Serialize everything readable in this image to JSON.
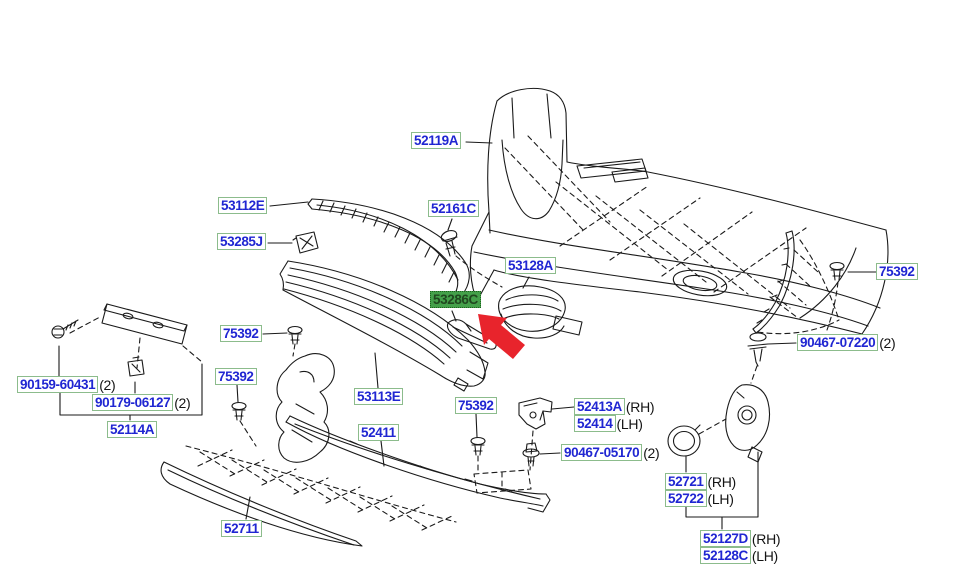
{
  "diagram_type": "exploded-parts-diagram-front-bumper",
  "colors": {
    "background": "#ffffff",
    "line_art": "#1a1a1a",
    "label_text": "#2026d2",
    "label_border": "#8cbc8c",
    "highlight_bg": "#44a04a",
    "highlight_text": "#20481f",
    "arrow_red": "#e8242c"
  },
  "annotation": {
    "highlighted_part": "53286C",
    "pointer": "red-arrow"
  },
  "labels": {
    "bumper_cover": {
      "num": "52119A",
      "suffix": ""
    },
    "upper_grille": {
      "num": "53112E",
      "suffix": ""
    },
    "clip_52161": {
      "num": "52161C",
      "suffix": ""
    },
    "retainer_53285": {
      "num": "53285J",
      "suffix": ""
    },
    "grille_53128": {
      "num": "53128A",
      "suffix": ""
    },
    "cover_53286": {
      "num": "53286C",
      "suffix": "",
      "highlighted": true
    },
    "clip_75392_a": {
      "num": "75392",
      "suffix": ""
    },
    "clip_75392_b": {
      "num": "75392",
      "suffix": ""
    },
    "clip_75392_c": {
      "num": "75392",
      "suffix": ""
    },
    "clip_75392_d": {
      "num": "75392",
      "suffix": ""
    },
    "screw_90159": {
      "num": "90159-60431",
      "suffix": "(2)"
    },
    "clip_90179": {
      "num": "90179-06127",
      "suffix": "(2)"
    },
    "plate_bracket": {
      "num": "52114A",
      "suffix": ""
    },
    "lower_grille": {
      "num": "53113E",
      "suffix": ""
    },
    "lower_cover": {
      "num": "52411",
      "suffix": ""
    },
    "bracket_rh": {
      "num": "52413A",
      "suffix": "(RH)"
    },
    "bracket_lh": {
      "num": "52414",
      "suffix": "(LH)"
    },
    "clip_90467a": {
      "num": "90467-05170",
      "suffix": "(2)"
    },
    "spoiler": {
      "num": "52711",
      "suffix": ""
    },
    "clip_90467b": {
      "num": "90467-07220",
      "suffix": "(2)"
    },
    "ring_rh": {
      "num": "52721",
      "suffix": "(RH)"
    },
    "ring_lh": {
      "num": "52722",
      "suffix": "(LH)"
    },
    "fogcover_rh": {
      "num": "52127D",
      "suffix": "(RH)"
    },
    "fogcover_lh": {
      "num": "52128C",
      "suffix": "(LH)"
    }
  }
}
